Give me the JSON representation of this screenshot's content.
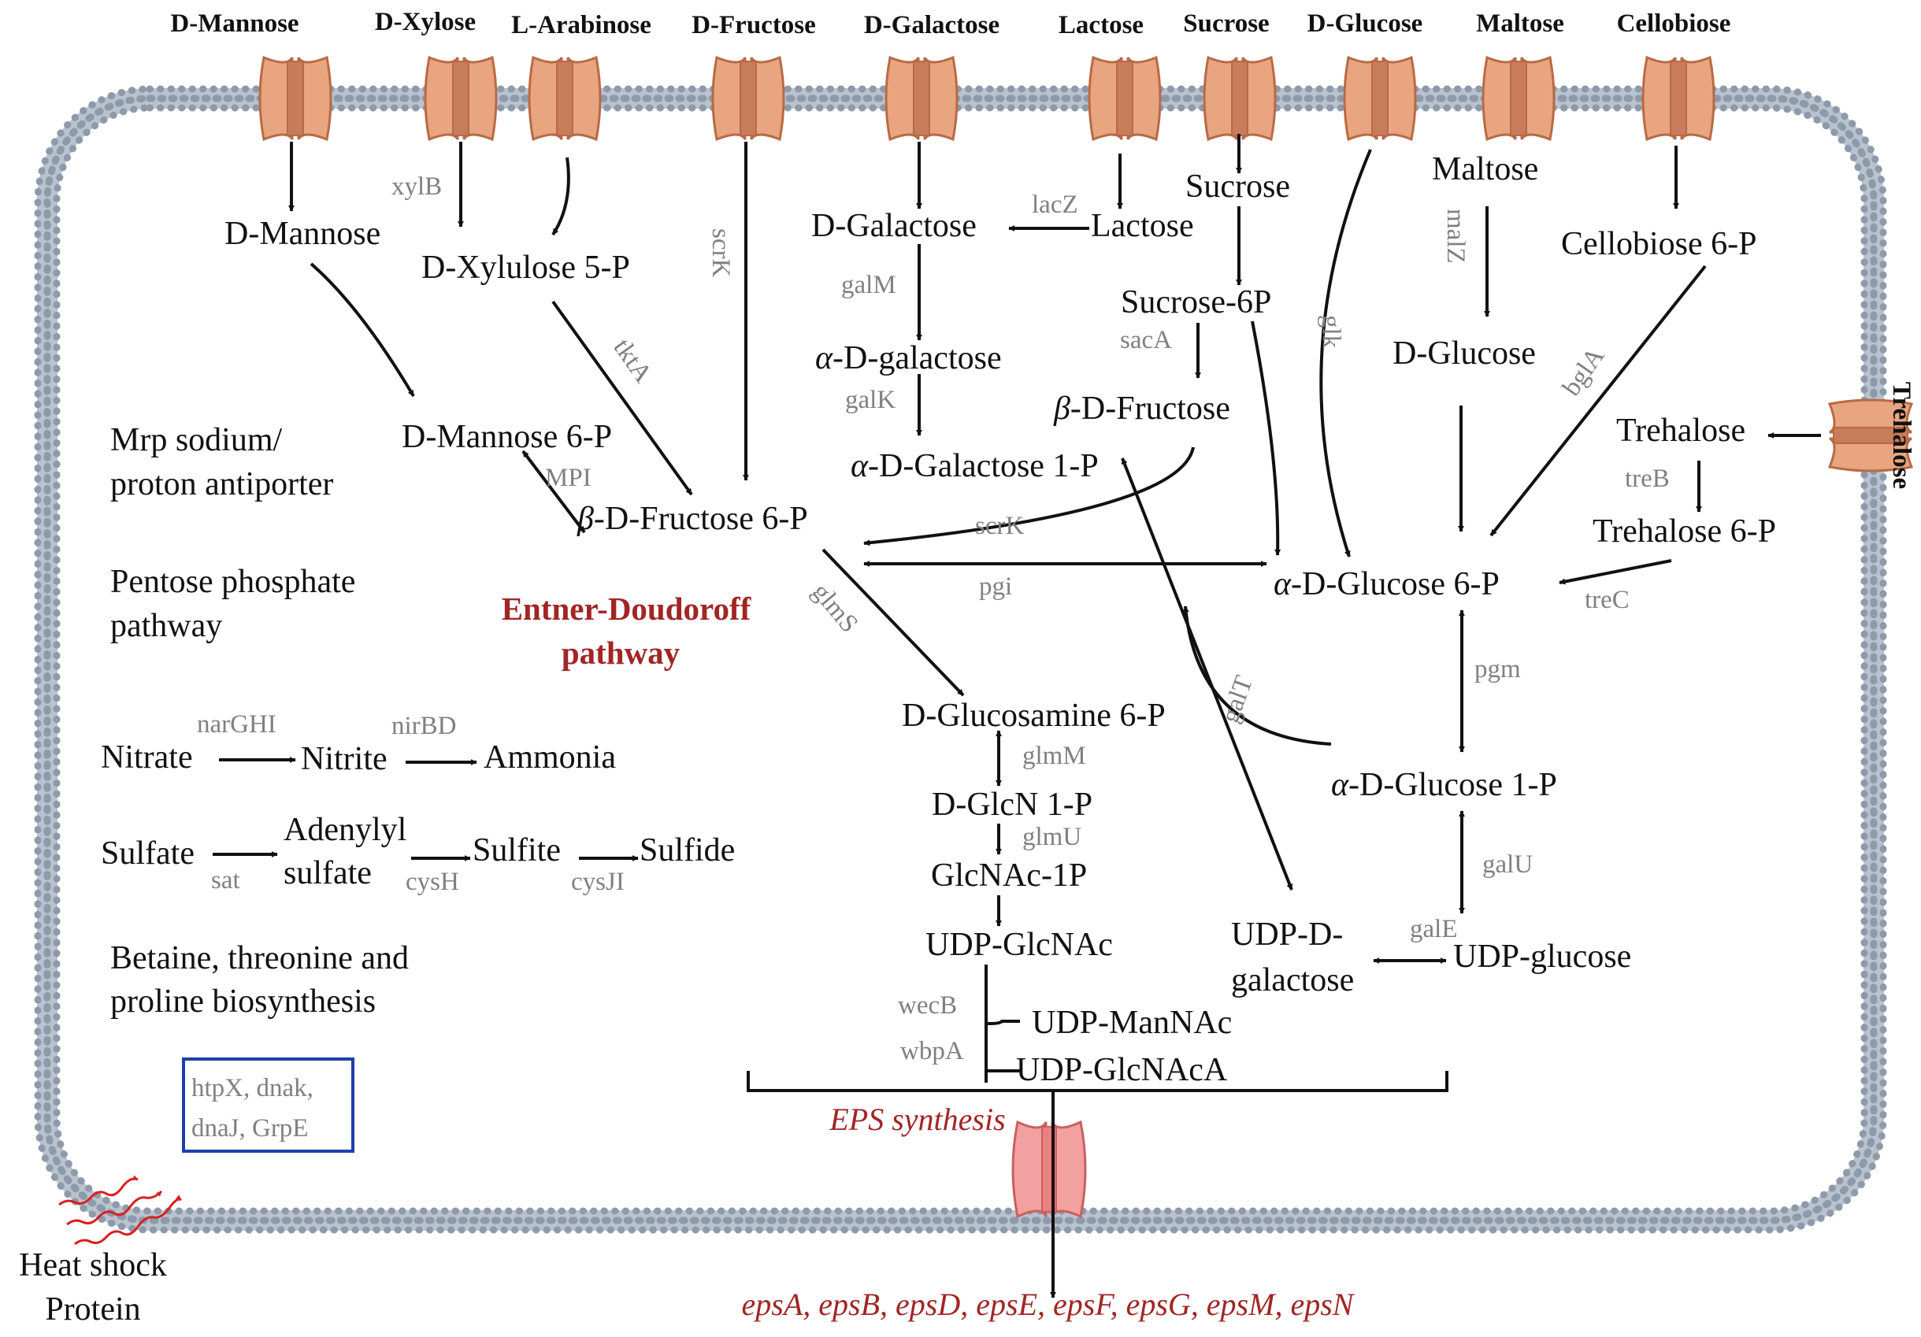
{
  "colors": {
    "membrane": "#b9c3cf",
    "membrane_dots": "#8e9aaa",
    "transporter_fill": "#e8a57f",
    "transporter_stroke": "#b86a45",
    "transporter_core": "#c77c5b",
    "eps_transporter_fill": "#f2a0a0",
    "eps_transporter_stroke": "#c96060",
    "gene_label": "#808080",
    "red_text": "#a22525",
    "heat_arrow": "#d82020",
    "box_border": "#1f3fa8"
  },
  "sugars_top": [
    "D-Mannose",
    "D-Xylose",
    "L-Arabinose",
    "D-Fructose",
    "D-Galactose",
    "Lactose",
    "Sucrose",
    "D-Glucose",
    "Maltose",
    "Cellobiose"
  ],
  "trehalose_side": "Trehalose",
  "metabolites": {
    "d_mannose": "D-Mannose",
    "d_xylulose_5p": "D-Xylulose 5-P",
    "d_mannose_6p": "D-Mannose 6-P",
    "b_d_fructose_6p": "-D-Fructose 6-P",
    "d_galactose": "D-Galactose",
    "lactose": "Lactose",
    "sucrose": "Sucrose",
    "sucrose_6p": "Sucrose-6P",
    "b_d_fructose": "-D-Fructose",
    "a_d_galactose": "-D-galactose",
    "a_d_galactose_1p": "-D-Galactose 1-P",
    "maltose": "Maltose",
    "d_glucose": "D-Glucose",
    "cellobiose_6p": "Cellobiose 6-P",
    "trehalose": "Trehalose",
    "trehalose_6p": "Trehalose 6-P",
    "a_d_glucose_6p": "-D-Glucose 6-P",
    "a_d_glucose_1p": "-D-Glucose 1-P",
    "udp_glucose": "UDP-glucose",
    "udp_d_galactose_l1": "UDP-D-",
    "udp_d_galactose_l2": "galactose",
    "d_glucosamine_6p": "D-Glucosamine 6-P",
    "d_glcn_1p": "D-GlcN 1-P",
    "glcnac_1p": "GlcNAc-1P",
    "udp_glcnac": "UDP-GlcNAc",
    "udp_mannac": "UDP-ManNAc",
    "udp_glcnaca": "UDP-GlcNAcA"
  },
  "greek": {
    "alpha": "α",
    "beta": "β"
  },
  "enzymes": {
    "xylB": "xylB",
    "tktA": "tktA",
    "scrK_top": "scrK",
    "MPI": "MPI",
    "lacZ": "lacZ",
    "galM": "galM",
    "galK": "galK",
    "sacA": "sacA",
    "scrK_mid": "scrK",
    "pgi": "pgi",
    "glk": "glk",
    "malZ": "malZ",
    "bglA": "bglA",
    "treB": "treB",
    "treC": "treC",
    "pgm": "pgm",
    "glmS": "glmS",
    "glmM": "glmM",
    "glmU": "glmU",
    "galT": "galT",
    "galU": "galU",
    "galE": "galE",
    "wecB": "wecB",
    "wbpA": "wbpA"
  },
  "left_panel": {
    "mrp_l1": "Mrp sodium/",
    "mrp_l2": "proton antiporter",
    "ppp_l1": "Pentose phosphate",
    "ppp_l2": "pathway",
    "ed_l1": "Entner-Doudoroff",
    "ed_l2": "pathway",
    "nitrate": "Nitrate",
    "narGHI": "narGHI",
    "nitrite": "Nitrite",
    "nirBD": "nirBD",
    "ammonia": "Ammonia",
    "sulfate": "Sulfate",
    "sat": "sat",
    "adenylyl_l1": "Adenylyl",
    "adenylyl_l2": "sulfate",
    "cysH": "cysH",
    "sulfite": "Sulfite",
    "cysJI": "cysJI",
    "sulfide": "Sulfide",
    "betaine_l1": "Betaine, threonine and",
    "betaine_l2": "proline biosynthesis"
  },
  "heat_shock": {
    "genes_l1": "htpX, dnak,",
    "genes_l2": "dnaJ, GrpE",
    "label_l1": "Heat shock",
    "label_l2": "Protein"
  },
  "eps": {
    "title": "EPS synthesis",
    "genes": "epsA, epsB, epsD, epsE, epsF, epsG, epsM, epsN"
  }
}
